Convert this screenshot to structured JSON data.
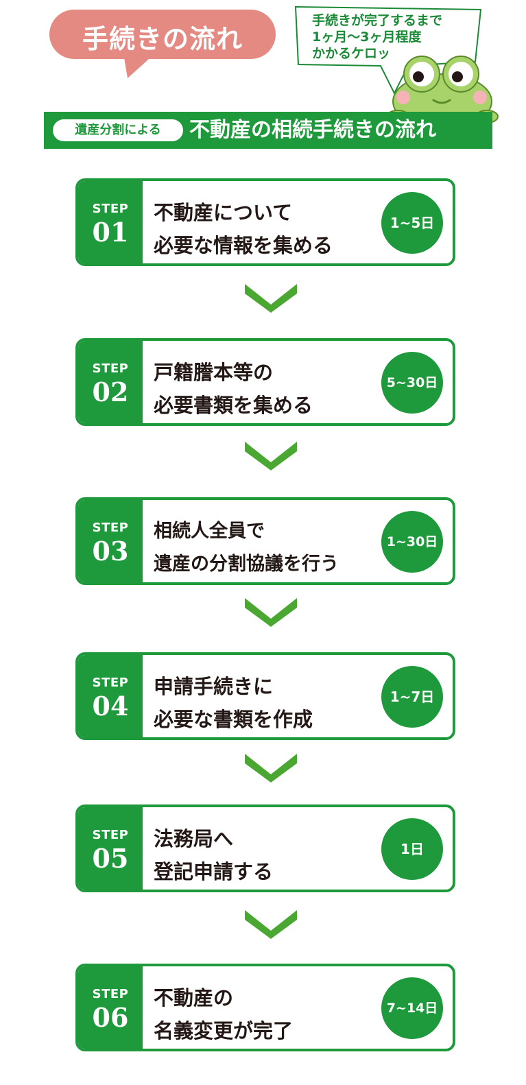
{
  "title": "手続きの流れ",
  "frog_message": {
    "line1": "手続きが完了するまで",
    "line2": "1ヶ月～3ヶ月程度",
    "line3": "かかるケロッ"
  },
  "heading": {
    "tag": "遺産分割による",
    "text": "不動産の相続手続きの流れ"
  },
  "colors": {
    "accent": "#1e9a3c",
    "arrow": "#4aa832",
    "bubble": "#e58a82"
  },
  "steps": [
    {
      "label": "STEP",
      "number": "01",
      "line1": "不動産について",
      "line2": "必要な情報を集める",
      "days": "1~5日"
    },
    {
      "label": "STEP",
      "number": "02",
      "line1": "戸籍謄本等の",
      "line2": "必要書類を集める",
      "days": "5~30日"
    },
    {
      "label": "STEP",
      "number": "03",
      "line1": "相続人全員で",
      "line2": "遺産の分割協議を行う",
      "days": "1~30日"
    },
    {
      "label": "STEP",
      "number": "04",
      "line1": "申請手続きに",
      "line2": "必要な書類を作成",
      "days": "1~7日"
    },
    {
      "label": "STEP",
      "number": "05",
      "line1": "法務局へ",
      "line2": "登記申請する",
      "days": "1日"
    },
    {
      "label": "STEP",
      "number": "06",
      "line1": "不動産の",
      "line2": "名義変更が完了",
      "days": "7~14日"
    }
  ]
}
